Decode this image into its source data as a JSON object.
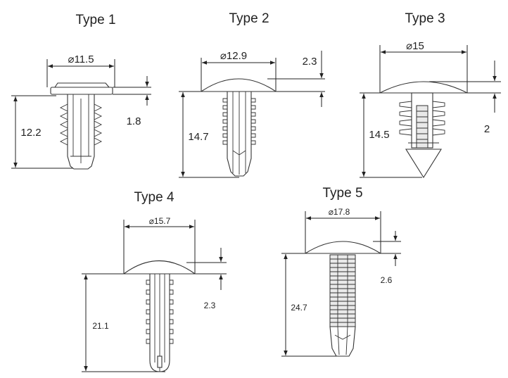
{
  "clips": [
    {
      "title": "Type 1",
      "head_diameter": "⌀11.5",
      "total_height": "12.2",
      "head_thickness": "1.8"
    },
    {
      "title": "Type 2",
      "head_diameter": "⌀12.9",
      "total_height": "14.7",
      "head_thickness": "2.3"
    },
    {
      "title": "Type 3",
      "head_diameter": "⌀15",
      "total_height": "14.5",
      "head_thickness": "2"
    },
    {
      "title": "Type 4",
      "head_diameter": "⌀15.7",
      "total_height": "21.1",
      "head_thickness": "2.3"
    },
    {
      "title": "Type 5",
      "head_diameter": "⌀17.8",
      "total_height": "24.7",
      "head_thickness": "2.6"
    }
  ]
}
